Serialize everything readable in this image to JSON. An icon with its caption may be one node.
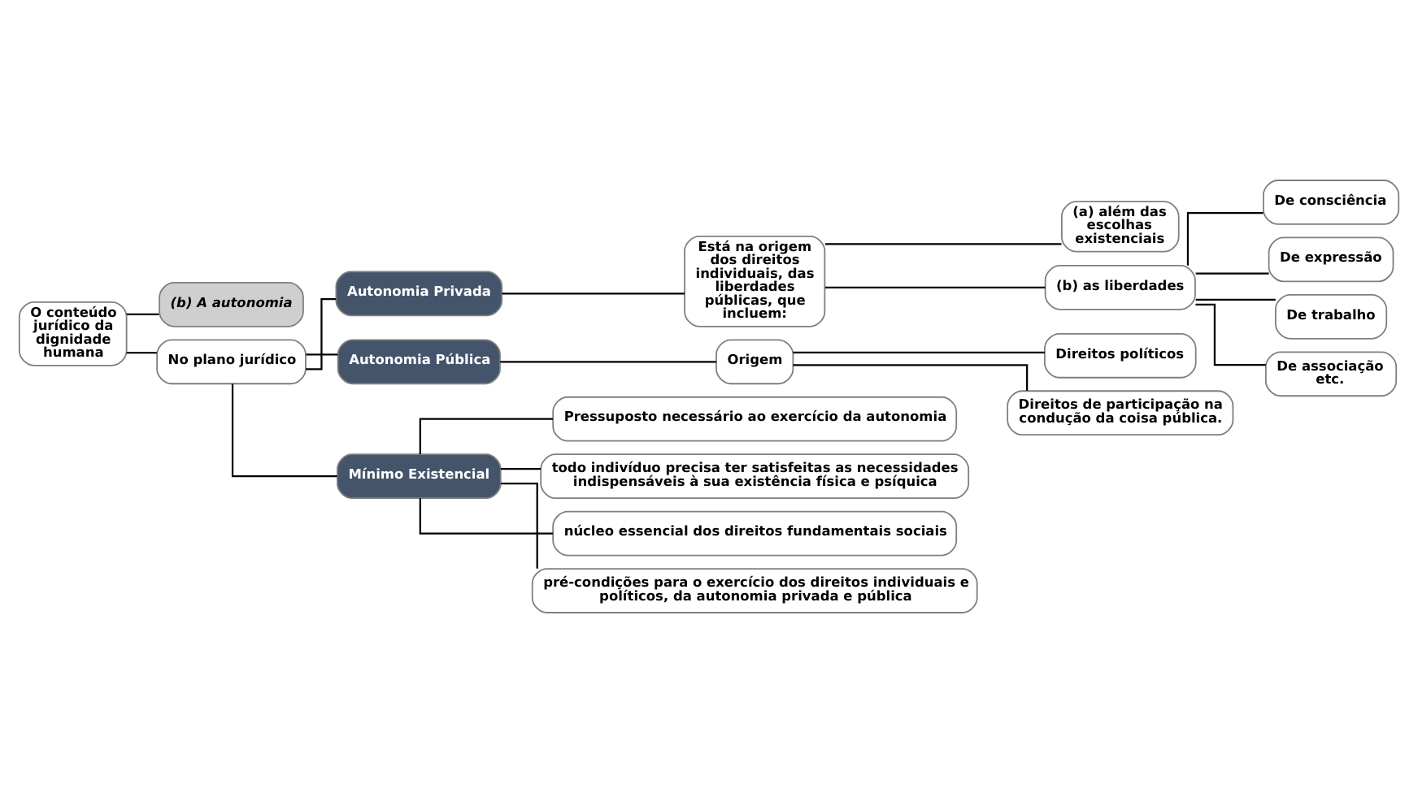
{
  "diagram": {
    "nodes": [
      {
        "text": [
          "O conteúdo jurídico da dignidade humana"
        ]
      },
      {
        "text": [
          "(b) A autonomia"
        ]
      },
      {
        "text": [
          "No plano jurídico"
        ]
      },
      {
        "text": [
          "Autonomia Privada"
        ]
      },
      {
        "text": [
          "Está na origem dos direitos individuais, das liberdades públicas, que incluem:"
        ]
      },
      {
        "text": [
          "(a) além das escolhas existenciais"
        ]
      },
      {
        "text": [
          "(b) as liberdades"
        ]
      },
      {
        "text": [
          "De consciência"
        ]
      },
      {
        "text": [
          "De expressão"
        ]
      },
      {
        "text": [
          "De trabalho"
        ]
      },
      {
        "text": [
          "De associação etc."
        ]
      },
      {
        "text": [
          "Autonomia Pública"
        ]
      },
      {
        "text": [
          "Origem"
        ]
      },
      {
        "text": [
          "Direitos políticos"
        ]
      },
      {
        "text": [
          "Direitos de participação na condução da coisa pública."
        ]
      },
      {
        "text": [
          "Mínimo Existencial"
        ]
      },
      {
        "text": [
          "Pressuposto necessário ao exercício da autonomia"
        ]
      },
      {
        "text": [
          "todo indivíduo precisa ter satisfeitas as necessidades indispensáveis à sua existência física e psíquica"
        ]
      },
      {
        "text": [
          "núcleo essencial dos direitos fundamentais sociais"
        ]
      },
      {
        "text": [
          "pré-condições para o exercício dos direitos individuais e políticos, da autonomia privada e pública"
        ]
      }
    ],
    "edges": [
      {
        "from": 0,
        "to": 1,
        "arrow": "none"
      },
      {
        "from": 0,
        "to": 2,
        "arrow": "none"
      },
      {
        "from": 2,
        "to": 3,
        "arrow": "none"
      },
      {
        "from": 2,
        "to": 11,
        "arrow": "none"
      },
      {
        "from": 2,
        "to": 15,
        "arrow": "none"
      },
      {
        "from": 3,
        "to": 4,
        "arrow": "none"
      },
      {
        "from": 4,
        "to": 5,
        "arrow": "none"
      },
      {
        "from": 4,
        "to": 6,
        "arrow": "none"
      },
      {
        "from": 6,
        "to": 7,
        "arrow": "none"
      },
      {
        "from": 6,
        "to": 8,
        "arrow": "none"
      },
      {
        "from": 6,
        "to": 9,
        "arrow": "none"
      },
      {
        "from": 6,
        "to": 10,
        "arrow": "none"
      },
      {
        "from": 11,
        "to": 12,
        "arrow": "none"
      },
      {
        "from": 12,
        "to": 13,
        "arrow": "none"
      },
      {
        "from": 12,
        "to": 14,
        "arrow": "none"
      },
      {
        "from": 15,
        "to": 16,
        "arrow": "none"
      },
      {
        "from": 15,
        "to": 17,
        "arrow": "none"
      },
      {
        "from": 15,
        "to": 18,
        "arrow": "none"
      },
      {
        "from": 15,
        "to": 19,
        "arrow": "none"
      }
    ]
  }
}
